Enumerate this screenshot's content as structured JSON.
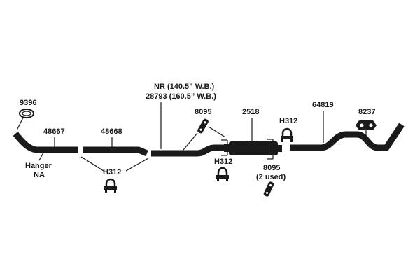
{
  "parts": {
    "clamp_ring": "9396",
    "pipe_front": "48667",
    "pipe_mid": "48668",
    "hanger_note": "Hanger",
    "hanger_na": "NA",
    "clamp_h312_bottom": "H312",
    "wb_nr": "NR (140.5” W.B.)",
    "wb_28793": "28793 (160.5” W.B.)",
    "hanger_top": "8095",
    "muffler": "2518",
    "clamp_h312_mid": "H312",
    "clamp_h312_right": "H312",
    "hanger_bottom": "8095",
    "hanger_bottom_note": "(2 used)",
    "tailpipe": "64819",
    "hanger_right": "8237"
  }
}
